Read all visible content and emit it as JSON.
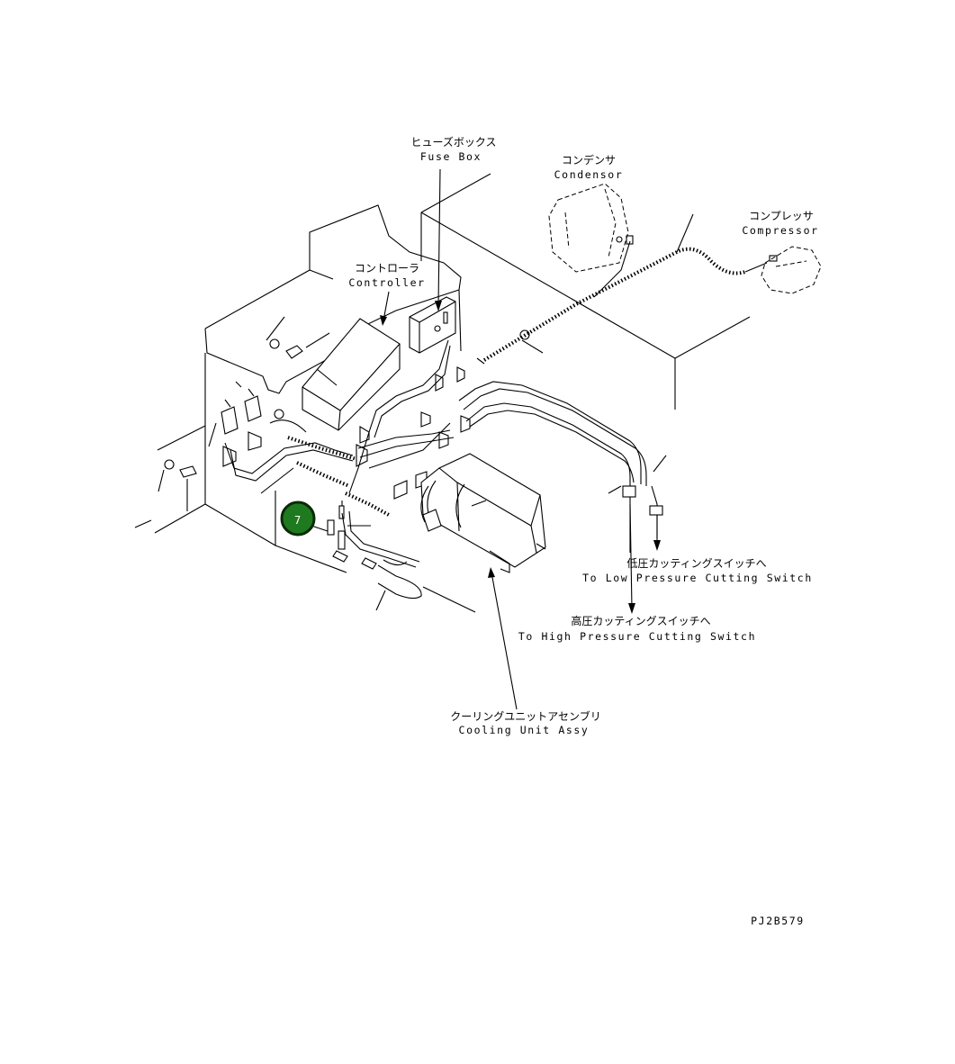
{
  "callouts": {
    "fuse_box": {
      "jp": "ヒューズボックス",
      "en": "Fuse Box"
    },
    "condenser": {
      "jp": "コンデンサ",
      "en": "Condensor"
    },
    "compressor": {
      "jp": "コンプレッサ",
      "en": "Compressor"
    },
    "controller": {
      "jp": "コントローラ",
      "en": "Controller"
    },
    "low_pressure": {
      "jp": "低圧カッティングスイッチへ",
      "en": "To Low Pressure Cutting Switch"
    },
    "high_pressure": {
      "jp": "高圧カッティングスイッチへ",
      "en": "To High Pressure Cutting Switch"
    },
    "cooling_unit": {
      "jp": "クーリングユニットアセンブリ",
      "en": "Cooling Unit Assy"
    }
  },
  "marker": {
    "label": "7",
    "color": "#1f7a1f"
  },
  "drawing_code": "PJ2B579"
}
